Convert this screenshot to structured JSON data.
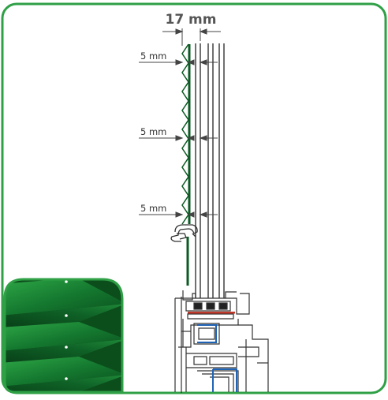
{
  "dimensions": {
    "top": "17 mm",
    "gap_1": "5 mm",
    "gap_2": "5 mm",
    "gap_3": "5 mm"
  },
  "colors": {
    "frame_border": "#2fa046",
    "fabric_dark": "#0b5a22",
    "fabric_light": "#2a9a3e",
    "line_dark": "#333333",
    "gasket_red": "#c0392b",
    "steel_blue": "#1f63b5"
  }
}
